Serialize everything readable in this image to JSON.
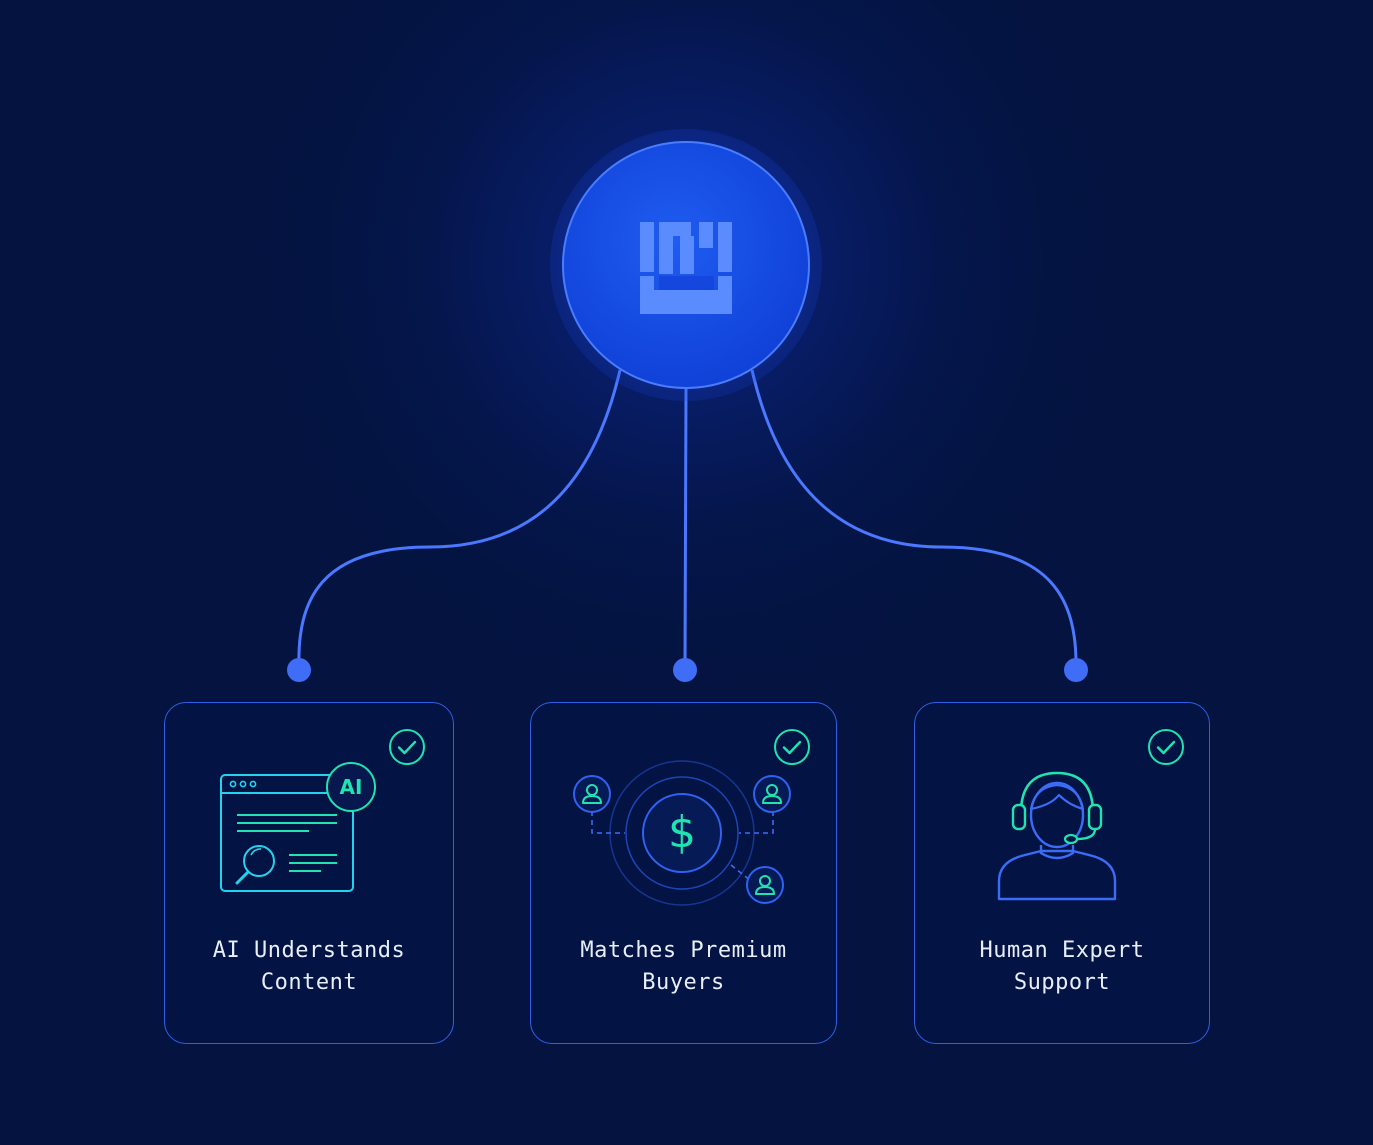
{
  "colors": {
    "background": "#04133f",
    "accent_blue": "#3b6cf6",
    "line_blue": "#4f7dff",
    "icon_teal": "#20e3b2",
    "icon_cyan": "#22d3ee",
    "text": "#e8eefc"
  },
  "hub": {
    "icon": "brand-logo-icon"
  },
  "cards": [
    {
      "id": "ai",
      "icon": "ai-content-analysis-icon",
      "badge": "AI",
      "label_line1": "AI Understands",
      "label_line2": "Content",
      "status_icon": "check-circle-icon"
    },
    {
      "id": "buyers",
      "icon": "buyer-matching-icon",
      "badge": "$",
      "label_line1": "Matches Premium",
      "label_line2": "Buyers",
      "status_icon": "check-circle-icon"
    },
    {
      "id": "support",
      "icon": "headset-agent-icon",
      "label_line1": "Human Expert",
      "label_line2": "Support",
      "status_icon": "check-circle-icon"
    }
  ]
}
